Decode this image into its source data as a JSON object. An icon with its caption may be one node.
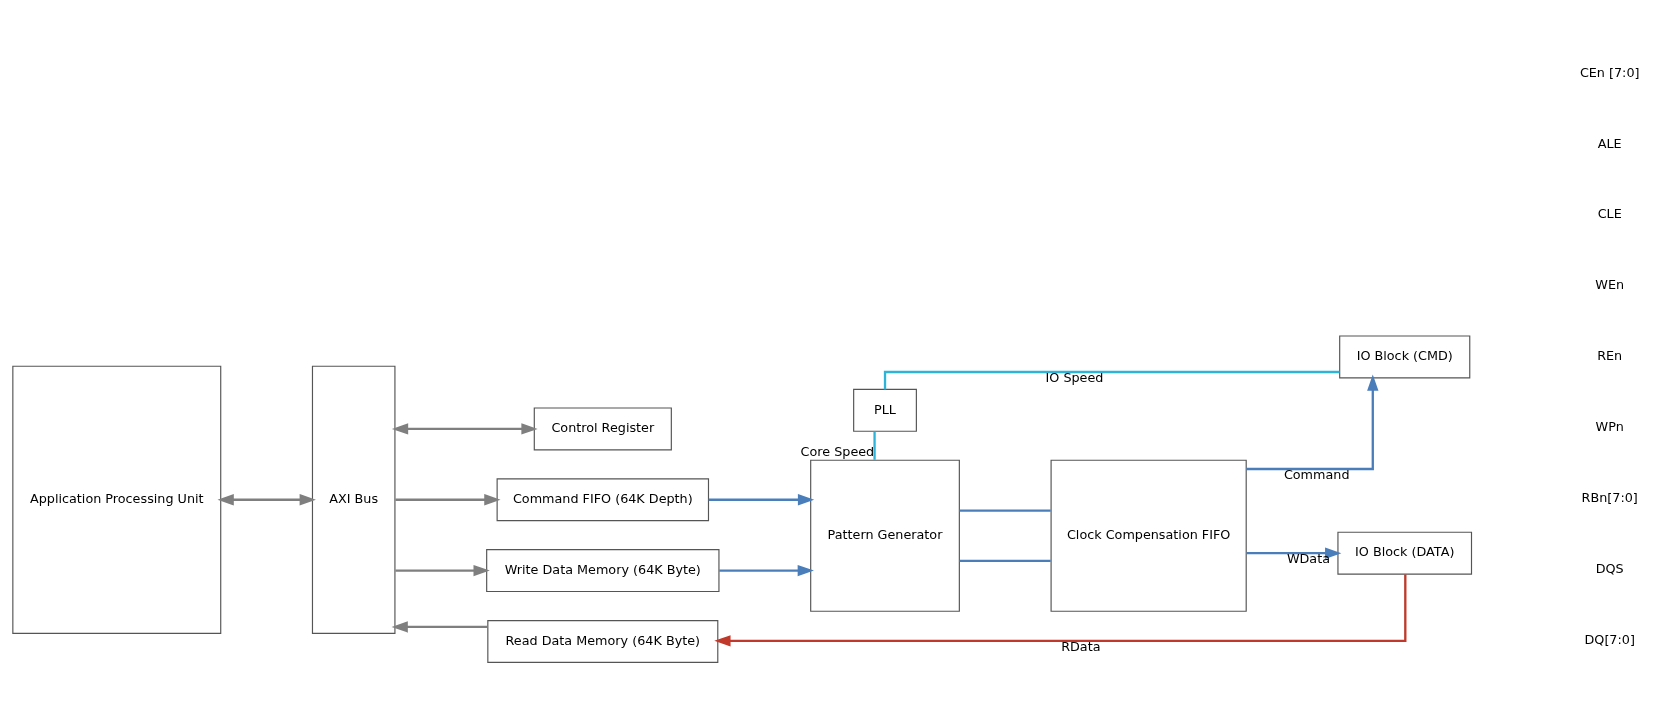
{
  "diagram": {
    "nodes": [
      {
        "text": [
          "Application Processing Unit"
        ]
      },
      {
        "text": [
          "AXI Bus"
        ]
      },
      {
        "text": [
          "Control Register"
        ]
      },
      {
        "text": [
          "Command FIFO (64K Depth)"
        ]
      },
      {
        "text": [
          "Write Data Memory (64K Byte)"
        ]
      },
      {
        "text": [
          "Read Data Memory (64K Byte)"
        ]
      },
      {
        "text": [
          "PLL"
        ]
      },
      {
        "text": [
          "Pattern Generator"
        ]
      },
      {
        "text": [
          "Clock Compensation FIFO"
        ]
      },
      {
        "text": [
          "IO Block (CMD)"
        ]
      },
      {
        "text": [
          "IO Block (DATA)"
        ]
      }
    ],
    "edges": [
      {
        "from": 0,
        "to": 1,
        "arrow": "both",
        "color": "#7f7f7f"
      },
      {
        "from": 1,
        "to": 2,
        "arrow": "both",
        "color": "#7f7f7f"
      },
      {
        "from": 1,
        "to": 3,
        "arrow": "to",
        "color": "#7f7f7f"
      },
      {
        "from": 1,
        "to": 4,
        "arrow": "to",
        "color": "#7f7f7f"
      },
      {
        "from": 5,
        "to": 1,
        "arrow": "to",
        "color": "#7f7f7f"
      },
      {
        "from": 3,
        "to": 7,
        "arrow": "to"
      },
      {
        "from": 4,
        "to": 7,
        "arrow": "to"
      },
      {
        "from": 7,
        "to": 8,
        "arrow": "none"
      },
      {
        "from": 7,
        "to": 8,
        "arrow": "none"
      },
      {
        "from": 8,
        "to": 9,
        "arrow": "to",
        "label": "Command"
      },
      {
        "from": 8,
        "to": 10,
        "arrow": "to",
        "label": "WData"
      },
      {
        "from": 10,
        "to": 5,
        "arrow": "to",
        "label": "RData",
        "color": "#c0392b"
      },
      {
        "from": 6,
        "to": 7,
        "arrow": "none",
        "label": "Core Speed",
        "color": "#2eb4d8"
      },
      {
        "from": 6,
        "to": 9,
        "arrow": "none",
        "label": "IO Speed",
        "color": "#2eb4d8"
      }
    ],
    "labels": [
      "CEn [7:0]",
      "ALE",
      "CLE",
      "WEn",
      "REn",
      "WPn",
      "RBn[7:0]",
      "DQS",
      "DQ[7:0]"
    ]
  }
}
